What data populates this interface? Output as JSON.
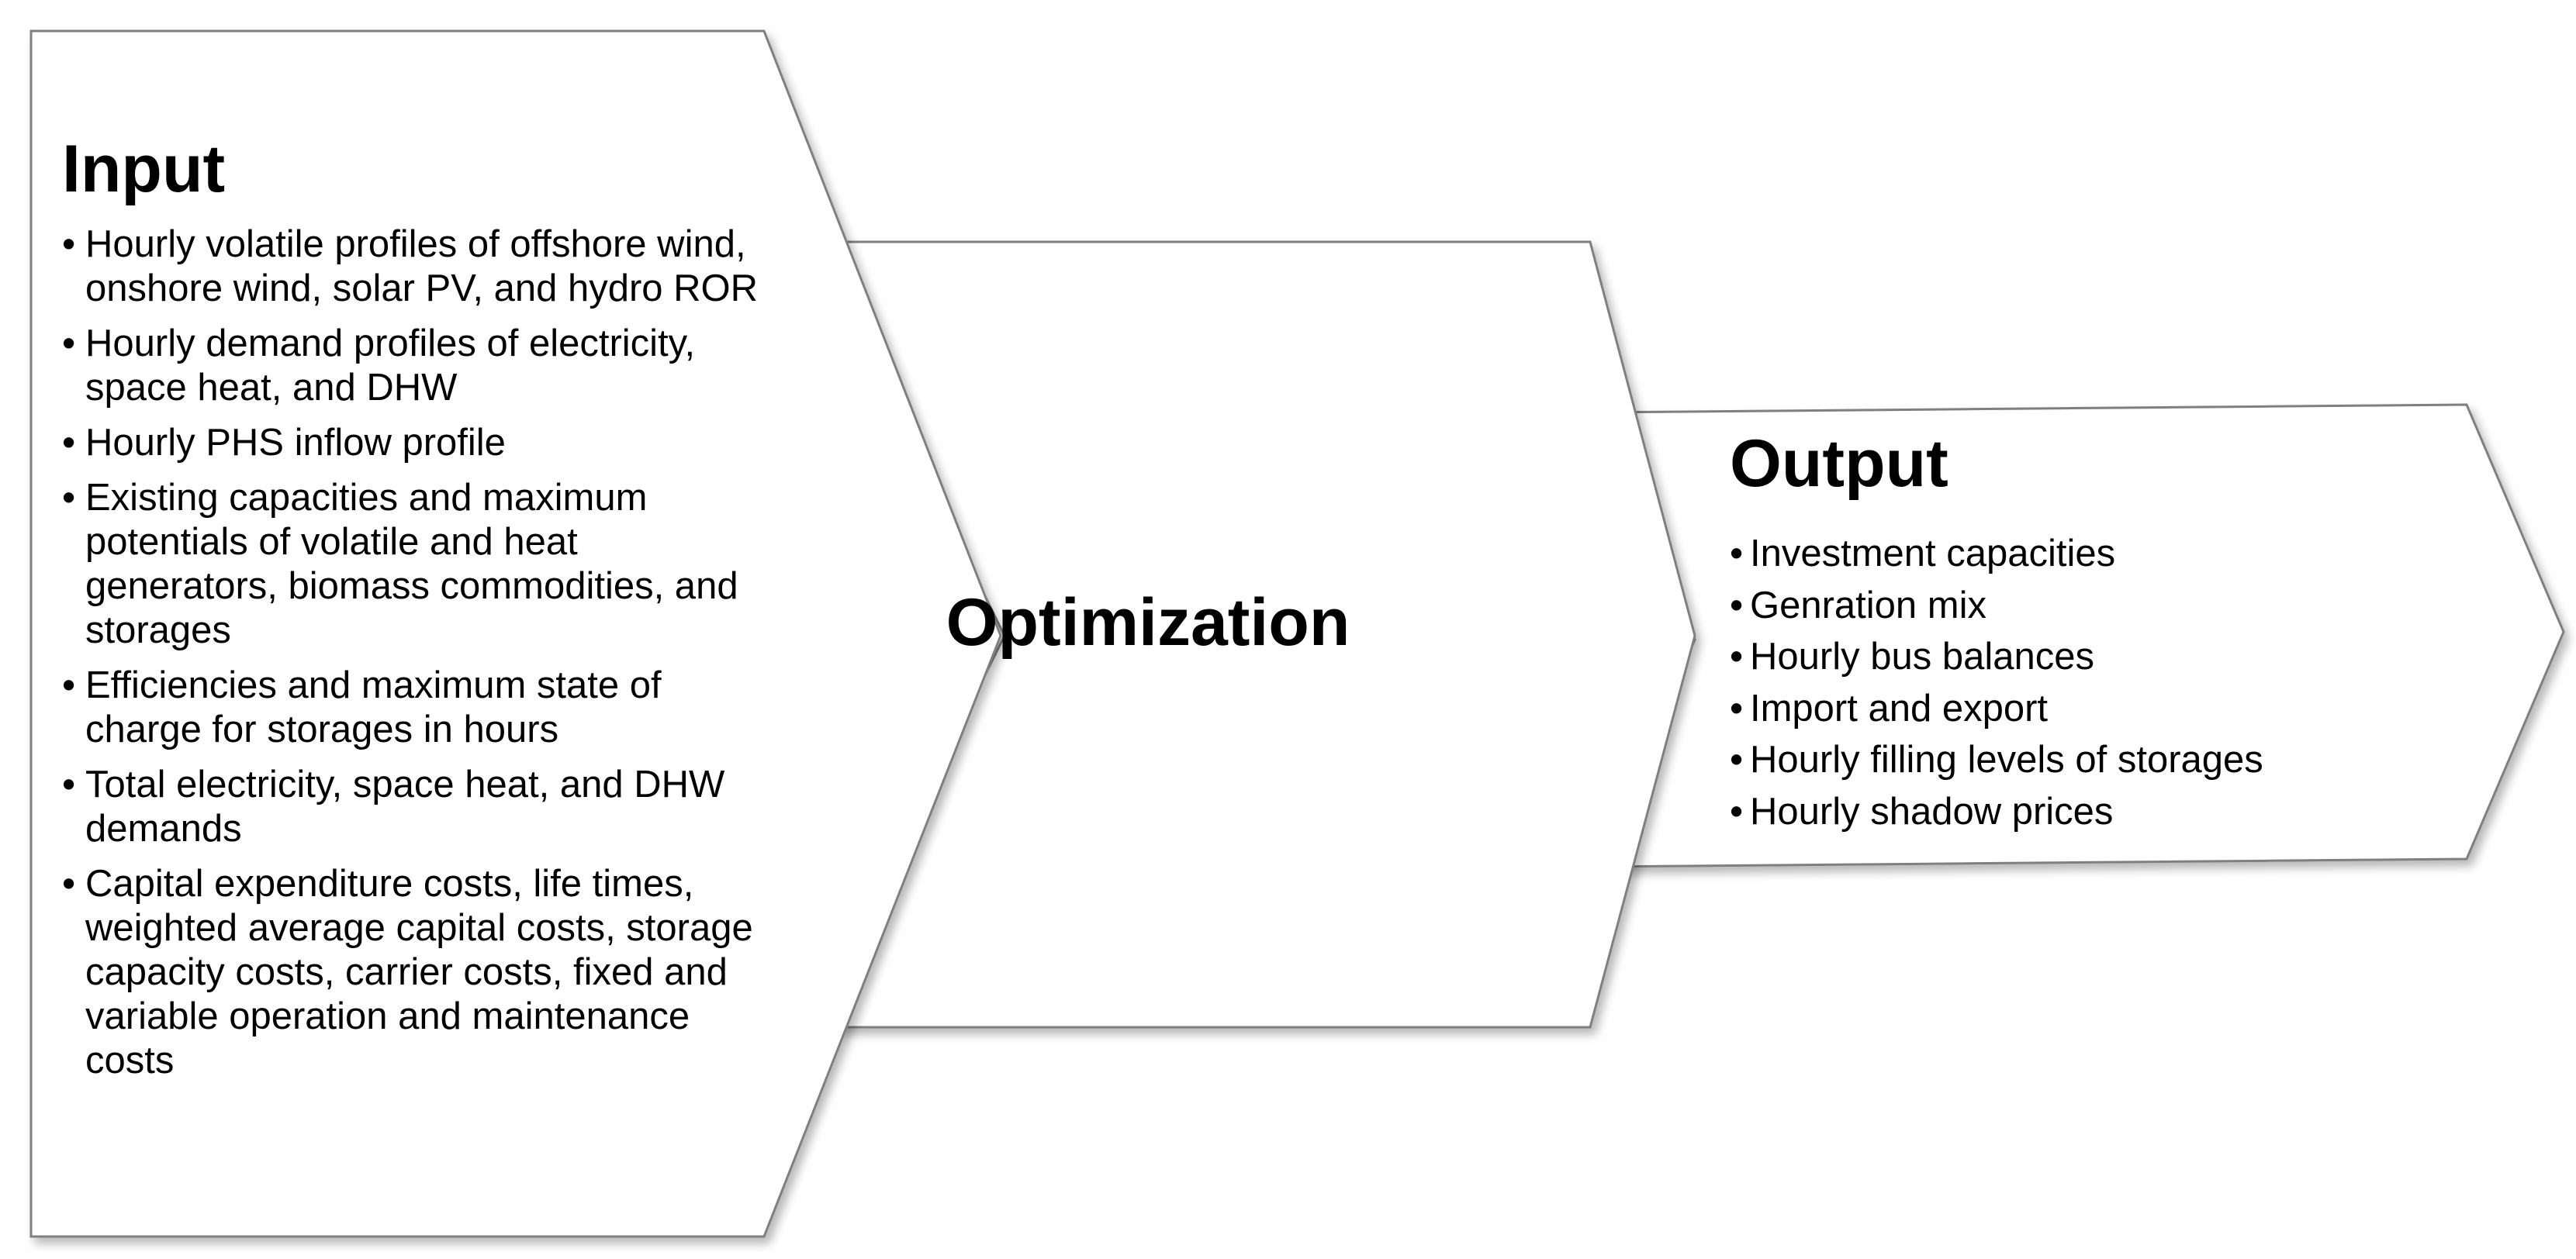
{
  "colors": {
    "shape_fill": "#ffffff",
    "shape_stroke": "#7f7f7f",
    "shadow": "#bfbfbf",
    "text": "#000000"
  },
  "input": {
    "title": "Input",
    "items": [
      "Hourly volatile profiles of offshore wind, onshore wind, solar PV, and hydro ROR",
      "Hourly demand profiles of electricity, space heat, and DHW",
      "Hourly PHS inflow profile",
      "Existing capacities and maximum potentials of volatile and heat generators, biomass commodities, and storages",
      "Efficiencies and maximum state of charge for storages in hours",
      "Total electricity, space heat, and DHW demands",
      "Capital expenditure costs, life times, weighted average capital costs, storage capacity costs, carrier costs, fixed and variable operation and maintenance costs"
    ]
  },
  "optimization": {
    "title": "Optimization"
  },
  "output": {
    "title": "Output",
    "items": [
      "Investment capacities",
      "Genration mix",
      "Hourly bus balances",
      "Import and export",
      "Hourly filling levels of storages",
      "Hourly shadow prices"
    ]
  },
  "bullet_char": "•"
}
